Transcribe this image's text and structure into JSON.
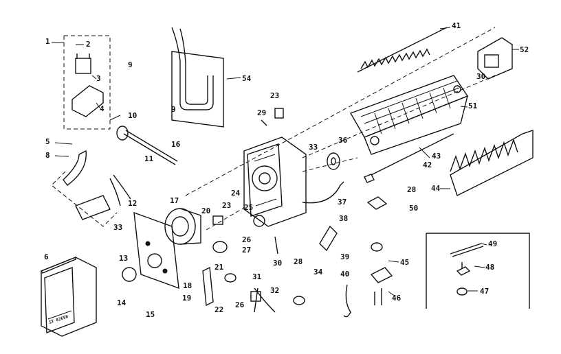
{
  "diagram": {
    "parts": [
      {
        "id": "p1",
        "label": "1"
      },
      {
        "id": "p2",
        "label": "2"
      },
      {
        "id": "p3",
        "label": "3"
      },
      {
        "id": "p4",
        "label": "4"
      },
      {
        "id": "p5",
        "label": "5"
      },
      {
        "id": "p6",
        "label": "6"
      },
      {
        "id": "p8",
        "label": "8"
      },
      {
        "id": "p9",
        "label": "9"
      },
      {
        "id": "p9b",
        "label": "9"
      },
      {
        "id": "p10",
        "label": "10"
      },
      {
        "id": "p11",
        "label": "11"
      },
      {
        "id": "p12",
        "label": "12"
      },
      {
        "id": "p13",
        "label": "13"
      },
      {
        "id": "p14",
        "label": "14"
      },
      {
        "id": "p15",
        "label": "15"
      },
      {
        "id": "p16",
        "label": "16"
      },
      {
        "id": "p17",
        "label": "17"
      },
      {
        "id": "p18",
        "label": "18"
      },
      {
        "id": "p19",
        "label": "19"
      },
      {
        "id": "p20",
        "label": "20"
      },
      {
        "id": "p21",
        "label": "21"
      },
      {
        "id": "p22",
        "label": "22"
      },
      {
        "id": "p23a",
        "label": "23"
      },
      {
        "id": "p23b",
        "label": "23"
      },
      {
        "id": "p24",
        "label": "24"
      },
      {
        "id": "p25",
        "label": "25"
      },
      {
        "id": "p26",
        "label": "26"
      },
      {
        "id": "p26b",
        "label": "26"
      },
      {
        "id": "p27",
        "label": "27"
      },
      {
        "id": "p28",
        "label": "28"
      },
      {
        "id": "p28b",
        "label": "28"
      },
      {
        "id": "p29",
        "label": "29"
      },
      {
        "id": "p30",
        "label": "30"
      },
      {
        "id": "p30b",
        "label": "30"
      },
      {
        "id": "p31",
        "label": "31"
      },
      {
        "id": "p32",
        "label": "32"
      },
      {
        "id": "p33a",
        "label": "33"
      },
      {
        "id": "p33b",
        "label": "33"
      },
      {
        "id": "p34",
        "label": "34"
      },
      {
        "id": "p36",
        "label": "36"
      },
      {
        "id": "p37",
        "label": "37"
      },
      {
        "id": "p38",
        "label": "38"
      },
      {
        "id": "p39",
        "label": "39"
      },
      {
        "id": "p40",
        "label": "40"
      },
      {
        "id": "p41",
        "label": "41"
      },
      {
        "id": "p42",
        "label": "42"
      },
      {
        "id": "p43",
        "label": "43"
      },
      {
        "id": "p44",
        "label": "44"
      },
      {
        "id": "p45",
        "label": "45"
      },
      {
        "id": "p46",
        "label": "46"
      },
      {
        "id": "p47",
        "label": "47"
      },
      {
        "id": "p48",
        "label": "48"
      },
      {
        "id": "p49",
        "label": "49"
      },
      {
        "id": "p50",
        "label": "50"
      },
      {
        "id": "p51",
        "label": "51"
      },
      {
        "id": "p52",
        "label": "52"
      },
      {
        "id": "p54",
        "label": "54"
      }
    ],
    "box_text": "ST 82698"
  }
}
